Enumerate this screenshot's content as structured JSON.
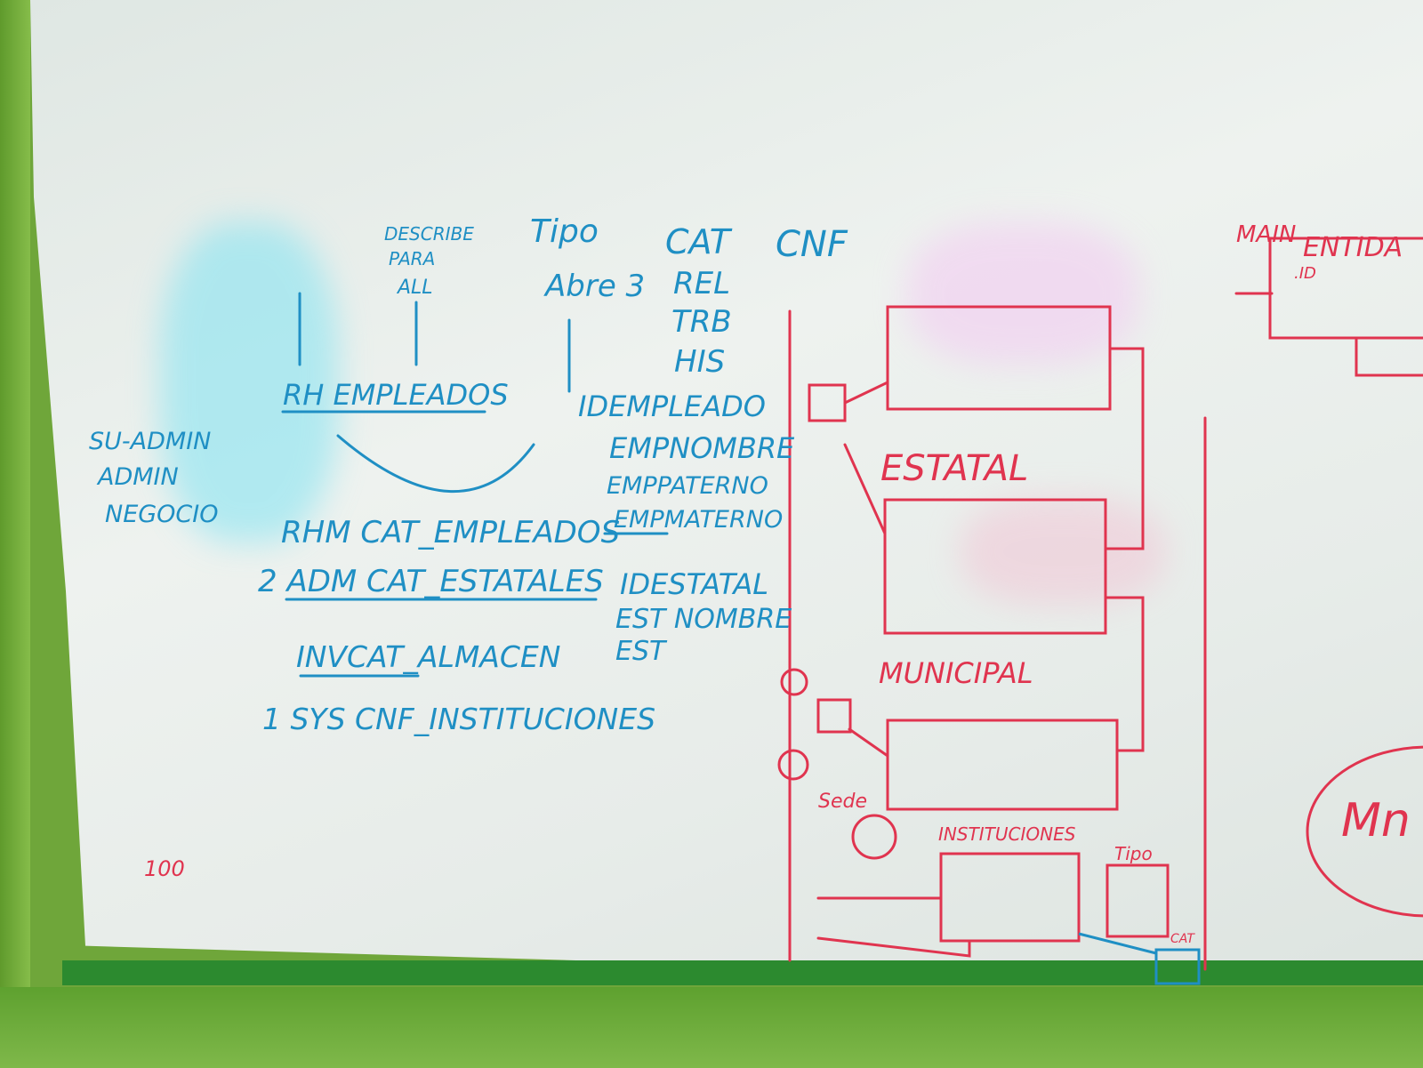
{
  "colors": {
    "blue_marker": "#1f8fc4",
    "red_marker": "#e0344f",
    "wall": "#6fa63a",
    "board": "#e9eeeb"
  },
  "blue_notes": {
    "top_labels": [
      "DESCRIBE",
      "PARA",
      "ALL",
      "Tipo",
      "Abre 3",
      "CAT",
      "CNF",
      "REL",
      "TRB",
      "HIS"
    ],
    "roles": [
      "SU-ADMIN",
      "ADMIN",
      "NEGOCIO"
    ],
    "center": "RH EMPLEADOS",
    "list": [
      "RHM CAT_EMPLEADOS",
      "2 ADM CAT_ESTATALES",
      "INVCAT_ALMACEN",
      "1 SYS CNF_INSTITUCIONES"
    ],
    "fields_empleado": [
      "IDEMPLEADO",
      "EMPNOMBRE",
      "EMPPATERNO",
      "EMPMATERNO"
    ],
    "fields_estatal": [
      "IDESTATAL",
      "EST NOMBRE",
      "EST"
    ]
  },
  "red_notes": {
    "labels": [
      "ESTATAL",
      "MUNICIPAL",
      "INSTITUCIONES",
      "Tipo",
      "Sede",
      "MAIN",
      "ENTIDA",
      ".ID",
      "Mn",
      "CAT",
      "100"
    ]
  }
}
